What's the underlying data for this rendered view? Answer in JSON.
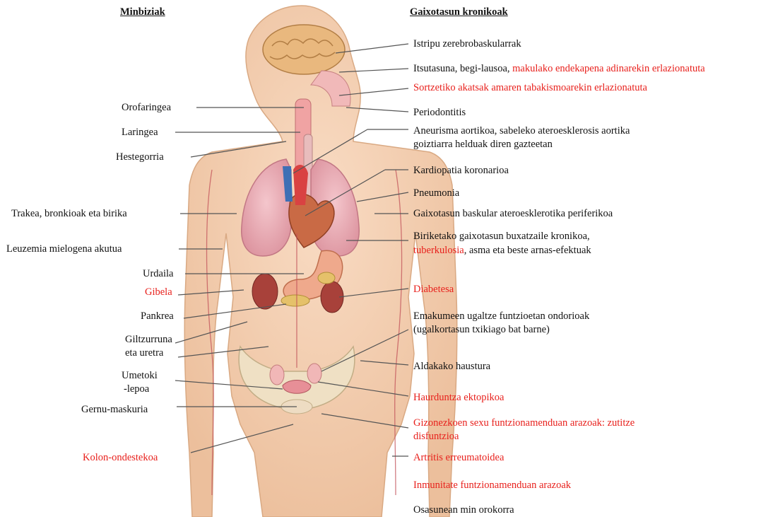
{
  "headers": {
    "left": "Minbiziak",
    "right": "Gaixotasun kronikoak"
  },
  "colors": {
    "red_label": "#e8201c",
    "black_label": "#111111",
    "leader_line": "#555555",
    "skin": "#f2c9a8"
  },
  "left_labels": {
    "orofaringea": "Orofaringea",
    "laringea": "Laringea",
    "hestegorria": "Hestegorria",
    "trakea": "Trakea, bronkioak eta birika",
    "leuzemia": "Leuzemia mielogena akutua",
    "urdaila": "Urdaila",
    "gibela": "Gibela",
    "pankrea": "Pankrea",
    "giltzurruna_1": "Giltzurruna",
    "giltzurruna_2": "eta uretra",
    "umetoki_1": "Umetoki",
    "umetoki_2": "-lepoa",
    "gernu": "Gernu-maskuria",
    "kolon": "Kolon-ondestekoa"
  },
  "right_labels": {
    "istripu": "Istripu zerebrobaskularrak",
    "itsutasuna_a": "Itsutasuna, begi-lausoa,",
    "itsutasuna_b": "makulako endekapena adinarekin erlazionatuta",
    "sortzetiko": "Sortzetiko akatsak amaren tabakismoarekin erlazionatuta",
    "periodontitis": "Periodontitis",
    "aneurisma_1": "Aneurisma aortikoa, sabeleko ateroesklerosis aortika",
    "aneurisma_2": "goiztiarra helduak diren gazteetan",
    "kardiopatia": "Kardiopatia koronarioa",
    "pneumonia": "Pneumonia",
    "baskular": "Gaixotasun baskular ateroesklerotika periferikoa",
    "biriketako_1": "Biriketako gaixotasun buxatzaile kronikoa,",
    "biriketako_2a": "tuberkulosia",
    "biriketako_2b": ", asma eta beste arnas-efektuak",
    "diabetesa": "Diabetesa",
    "emakumeen_1": "Emakumeen ugaltze funtzioetan ondorioak",
    "emakumeen_2": "(ugalkortasun txikiago bat barne)",
    "aldakako": "Aldakako haustura",
    "haurduntza": "Haurduntza ektopikoa",
    "gizonezkoen_1": "Gizonezkoen sexu funtzionamenduan arazoak: zutitze",
    "gizonezkoen_2": "disfuntzioa",
    "artritis": "Artritis erreumatoidea",
    "inmunitate": "Inmunitate funtzionamenduan arazoak",
    "osasunean": "Osasunean min orokorra"
  }
}
